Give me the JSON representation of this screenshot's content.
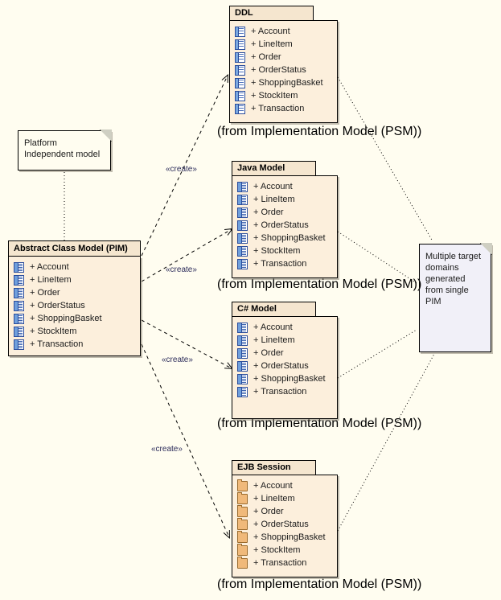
{
  "diagram": {
    "type": "uml-class-diagram",
    "background": "#fffdf0",
    "package_fill": "#fcefdc",
    "header_fill": "#f5e6cf",
    "note_fill": "#f1f0f8",
    "line_color": "#000000"
  },
  "pim": {
    "title": "Abstract Class Model (PIM)",
    "icon": "class-icon",
    "members": [
      "+ Account",
      "+ LineItem",
      "+ Order",
      "+ OrderStatus",
      "+ ShoppingBasket",
      "+ StockItem",
      "+ Transaction"
    ]
  },
  "packages": [
    {
      "name": "ddl",
      "title": "DDL",
      "icon": "table-icon",
      "caption": "(from Implementation Model (PSM))",
      "members": [
        "+ Account",
        "+ LineItem",
        "+ Order",
        "+ OrderStatus",
        "+ ShoppingBasket",
        "+ StockItem",
        "+ Transaction"
      ]
    },
    {
      "name": "java-model",
      "title": "Java Model",
      "icon": "class-icon",
      "caption": "(from Implementation Model (PSM))",
      "members": [
        "+ Account",
        "+ LineItem",
        "+ Order",
        "+ OrderStatus",
        "+ ShoppingBasket",
        "+ StockItem",
        "+ Transaction"
      ]
    },
    {
      "name": "csharp-model",
      "title": "C# Model",
      "icon": "class-icon",
      "caption": "(from Implementation Model (PSM))",
      "members": [
        "+ Account",
        "+ LineItem",
        "+ Order",
        "+ OrderStatus",
        "+ ShoppingBasket",
        "+ Transaction"
      ]
    },
    {
      "name": "ejb-session",
      "title": "EJB Session",
      "icon": "folder-icon",
      "caption": "(from Implementation Model (PSM))",
      "members": [
        "+ Account",
        "+ LineItem",
        "+ Order",
        "+ OrderStatus",
        "+ ShoppingBasket",
        "+ StockItem",
        "+ Transaction"
      ]
    }
  ],
  "notes": [
    {
      "name": "pim-note",
      "text": "Platform Independent model"
    },
    {
      "name": "target-note",
      "text": "Multiple target domains generated from single PIM"
    }
  ],
  "stereotypes": [
    {
      "name": "create-ddl",
      "label": "«create»"
    },
    {
      "name": "create-java",
      "label": "«create»"
    },
    {
      "name": "create-csharp",
      "label": "«create»"
    },
    {
      "name": "create-ejb",
      "label": "«create»"
    }
  ]
}
